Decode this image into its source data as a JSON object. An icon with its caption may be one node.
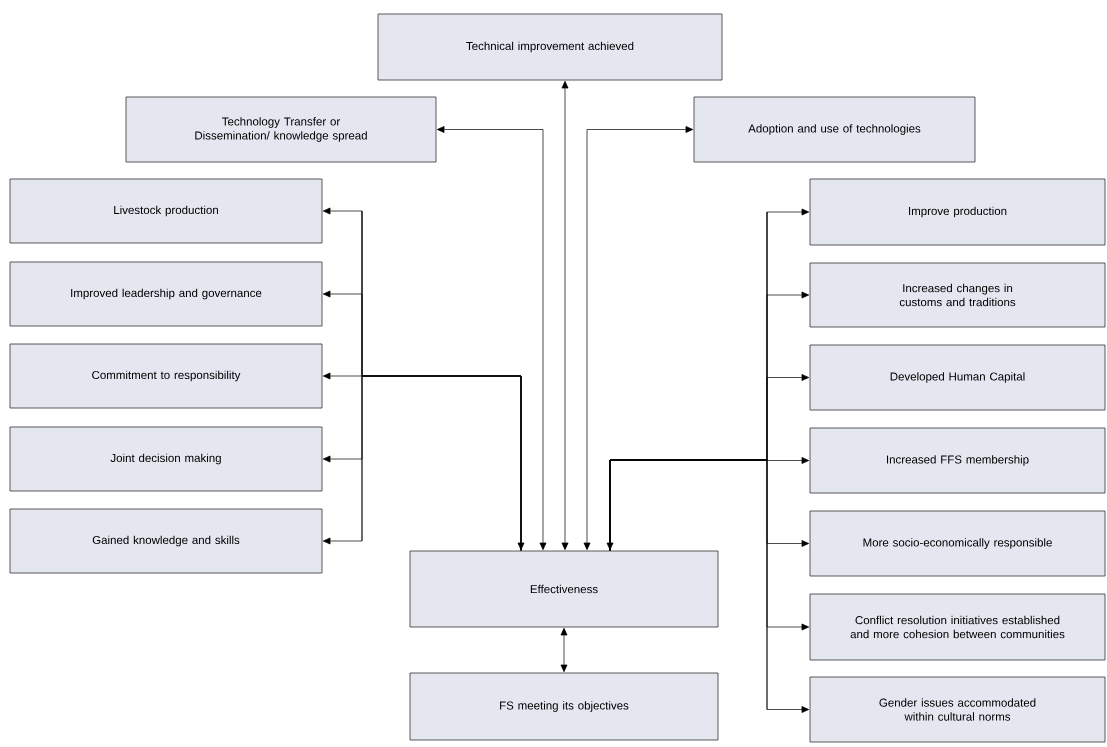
{
  "diagram": {
    "nodes": [
      {
        "text": [
          "Technical improvement achieved"
        ]
      },
      {
        "text": [
          "Technology Transfer or Dissemination/ knowledge spread"
        ]
      },
      {
        "text": [
          "Adoption and use of technologies"
        ]
      },
      {
        "text": [
          "Livestock production"
        ]
      },
      {
        "text": [
          "Improved leadership and governance"
        ]
      },
      {
        "text": [
          "Commitment to responsibility"
        ]
      },
      {
        "text": [
          "Joint decision making"
        ]
      },
      {
        "text": [
          "Gained knowledge and skills"
        ]
      },
      {
        "text": [
          "Improve production"
        ]
      },
      {
        "text": [
          "Increased changes in customs and traditions"
        ]
      },
      {
        "text": [
          "Developed Human Capital"
        ]
      },
      {
        "text": [
          "Increased FFS membership"
        ]
      },
      {
        "text": [
          "More socio-economically responsible"
        ]
      },
      {
        "text": [
          "Conflict resolution initiatives established and more cohesion between communities"
        ]
      },
      {
        "text": [
          "Gender issues accommodated within cultural norms"
        ]
      },
      {
        "text": [
          "Effectiveness"
        ]
      },
      {
        "text": [
          "FS meeting its objectives"
        ]
      }
    ],
    "edges": [
      {
        "from": 15,
        "to": 0,
        "arrow": "both"
      },
      {
        "from": 15,
        "to": 1,
        "arrow": "both"
      },
      {
        "from": 15,
        "to": 2,
        "arrow": "both"
      },
      {
        "from": 15,
        "to": 3,
        "arrow": "both"
      },
      {
        "from": 15,
        "to": 4,
        "arrow": "both"
      },
      {
        "from": 15,
        "to": 5,
        "arrow": "both"
      },
      {
        "from": 15,
        "to": 6,
        "arrow": "both"
      },
      {
        "from": 15,
        "to": 7,
        "arrow": "both"
      },
      {
        "from": 15,
        "to": 8,
        "arrow": "both"
      },
      {
        "from": 15,
        "to": 9,
        "arrow": "both"
      },
      {
        "from": 15,
        "to": 10,
        "arrow": "both"
      },
      {
        "from": 15,
        "to": 11,
        "arrow": "both"
      },
      {
        "from": 15,
        "to": 12,
        "arrow": "both"
      },
      {
        "from": 15,
        "to": 13,
        "arrow": "both"
      },
      {
        "from": 15,
        "to": 14,
        "arrow": "both"
      },
      {
        "from": 15,
        "to": 16,
        "arrow": "both"
      }
    ]
  }
}
